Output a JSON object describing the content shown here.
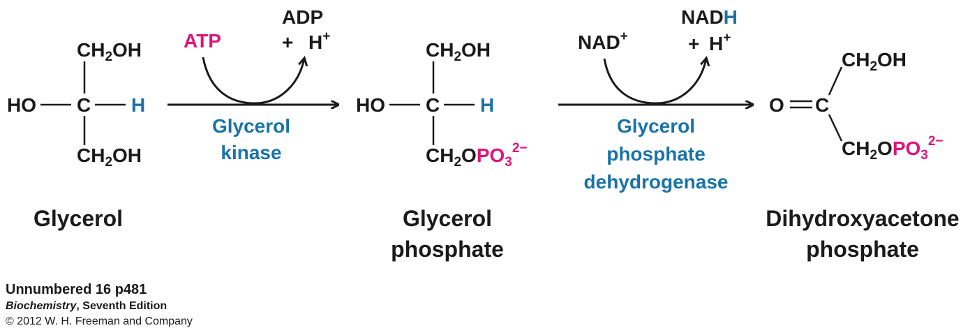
{
  "colors": {
    "text": "#1a1a1a",
    "accent_blue": "#1a73a8",
    "accent_magenta": "#e0147a"
  },
  "glycerol": {
    "top_group": "CH",
    "top_sub": "2",
    "top_end": "OH",
    "left": "HO",
    "center": "C",
    "right": "H",
    "bottom_group": "CH",
    "bottom_sub": "2",
    "bottom_end": "OH",
    "name": "Glycerol"
  },
  "step1": {
    "input": "ATP",
    "output_top": "ADP",
    "output_plus": "+",
    "output_h": "H",
    "output_h_sup": "+",
    "enzyme_line1": "Glycerol",
    "enzyme_line2": "kinase"
  },
  "glycerol_phosphate": {
    "top_group": "CH",
    "top_sub": "2",
    "top_end": "OH",
    "left": "HO",
    "center": "C",
    "right": "H",
    "bottom_group": "CH",
    "bottom_sub": "2",
    "bottom_o": "O",
    "phospho": "PO",
    "phospho_sub": "3",
    "phospho_sup": "2−",
    "name_line1": "Glycerol",
    "name_line2": "phosphate"
  },
  "step2": {
    "input": "NAD",
    "input_sup": "+",
    "output_top_nad": "NAD",
    "output_top_h": "H",
    "output_plus": "+",
    "output_h": "H",
    "output_h_sup": "+",
    "enzyme_line1": "Glycerol",
    "enzyme_line2": "phosphate",
    "enzyme_line3": "dehydrogenase"
  },
  "dhap": {
    "oxygen": "O",
    "center": "C",
    "top_group": "CH",
    "top_sub": "2",
    "top_end": "OH",
    "bottom_group": "CH",
    "bottom_sub": "2",
    "bottom_o": "O",
    "phospho": "PO",
    "phospho_sub": "3",
    "phospho_sup": "2−",
    "name_line1": "Dihydroxyacetone",
    "name_line2": "phosphate"
  },
  "caption": {
    "figure": "Unnumbered 16 p481",
    "book_title": "Biochemistry",
    "book_edition": ", Seventh Edition",
    "copyright": "© 2012 W. H. Freeman and Company"
  }
}
